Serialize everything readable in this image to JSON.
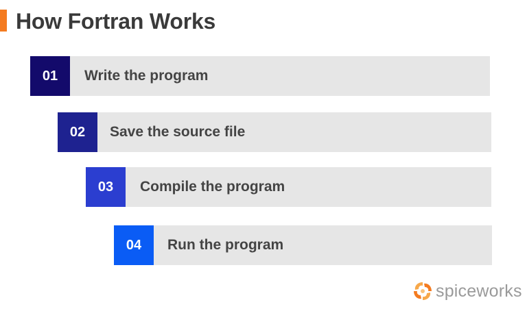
{
  "title": "How Fortran Works",
  "colors": {
    "accent": "#f47b20",
    "step_box": "#e6e6e6",
    "step_1": "#130a6b",
    "step_2": "#1e2290",
    "step_3": "#2b3ed0",
    "step_4": "#0a5cf5"
  },
  "steps": [
    {
      "number": "01",
      "label": "Write the program"
    },
    {
      "number": "02",
      "label": "Save the source file"
    },
    {
      "number": "03",
      "label": "Compile the program"
    },
    {
      "number": "04",
      "label": "Run the program"
    }
  ],
  "logo": {
    "text": "spiceworks",
    "icon": "spiceworks-swirl-icon"
  }
}
